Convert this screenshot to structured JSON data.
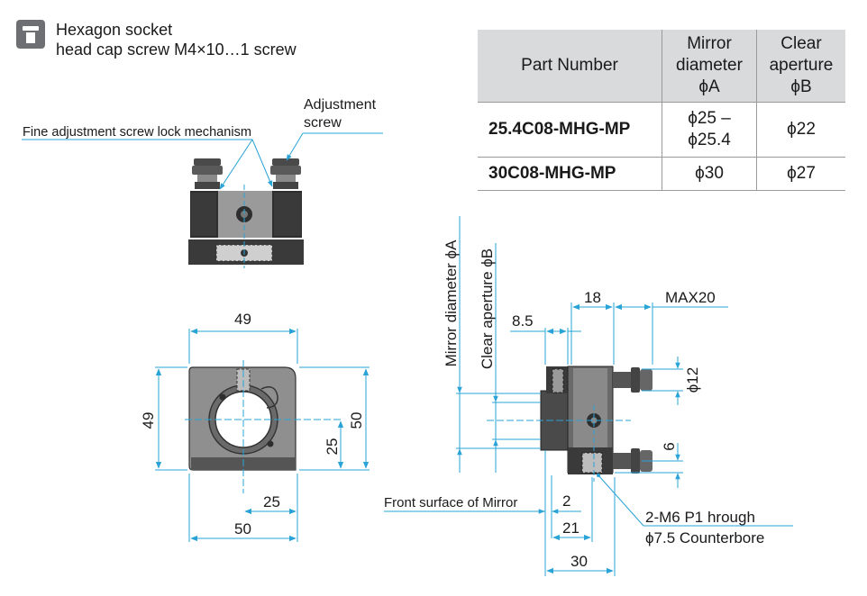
{
  "legend": {
    "icon": "hex-socket-screw-icon",
    "line1": "Hexagon socket",
    "line2": "head cap screw M4×10…1 screw"
  },
  "spec_table": {
    "headers": {
      "part_number": "Part Number",
      "mirror": [
        "Mirror",
        "diameter",
        "ϕA"
      ],
      "clear": [
        "Clear",
        "aperture",
        "ϕB"
      ]
    },
    "rows": [
      {
        "part_number": "25.4C08-MHG-MP",
        "mirror": [
          "ϕ25 –",
          "ϕ25.4"
        ],
        "clear": "ϕ22"
      },
      {
        "part_number": "30C08-MHG-MP",
        "mirror": [
          "ϕ30"
        ],
        "clear": "ϕ27"
      }
    ]
  },
  "top_view": {
    "fine_adjust_label": "Fine adjustment screw lock mechanism",
    "adjust_screw_label": [
      "Adjustment",
      "screw"
    ]
  },
  "front_view": {
    "dims": {
      "width_top": "49",
      "height_left": "49",
      "height_right": "50",
      "half_height": "25",
      "half_width": "25",
      "width_bottom": "50"
    }
  },
  "side_view": {
    "mirror_diameter_label": "Mirror diameter ϕA",
    "clear_aperture_label": "Clear aperture ϕB",
    "front_surface_label": "Front surface of Mirror",
    "hole_label": [
      "2-M6 P1 hrough",
      "ϕ7.5 Counterbore"
    ],
    "dims": {
      "d18": "18",
      "max20": "MAX20",
      "d8_5": "8.5",
      "phi12": "ϕ12",
      "d6": "6",
      "d2": "2",
      "d21": "21",
      "d30": "30"
    }
  },
  "colors": {
    "dimension_line": "#2aa3d6",
    "part_dark": "#3c3c3c",
    "part_light": "#8c8c8c",
    "table_header_bg": "#d9dadb",
    "legend_icon": "#6d6f72"
  }
}
